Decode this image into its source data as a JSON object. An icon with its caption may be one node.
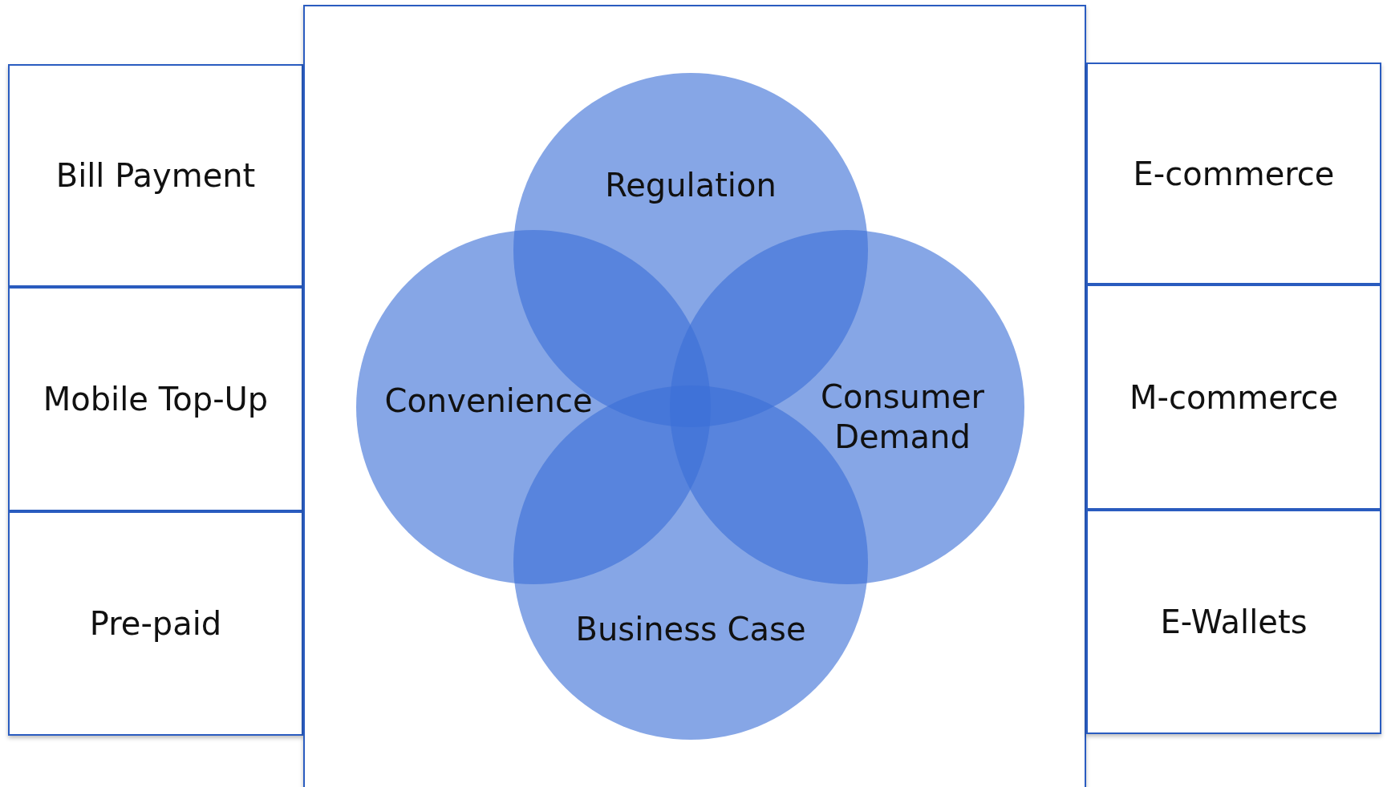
{
  "diagram": {
    "nodes": [
      {
        "text": [
          "Bill Payment"
        ]
      },
      {
        "text": [
          "Mobile Top-Up"
        ]
      },
      {
        "text": [
          "Pre-paid"
        ]
      },
      {
        "text": [],
        "shape": "box"
      },
      {
        "text": [
          "Regulation"
        ],
        "in": 3
      },
      {
        "text": [
          "Convenience"
        ],
        "in": 3
      },
      {
        "text": [
          "Consumer Demand"
        ],
        "in": 3
      },
      {
        "text": [
          "Business Case"
        ],
        "in": 3
      },
      {
        "text": [
          "E-commerce"
        ]
      },
      {
        "text": [
          "M-commerce"
        ]
      },
      {
        "text": [
          "E-Wallets"
        ]
      }
    ]
  }
}
